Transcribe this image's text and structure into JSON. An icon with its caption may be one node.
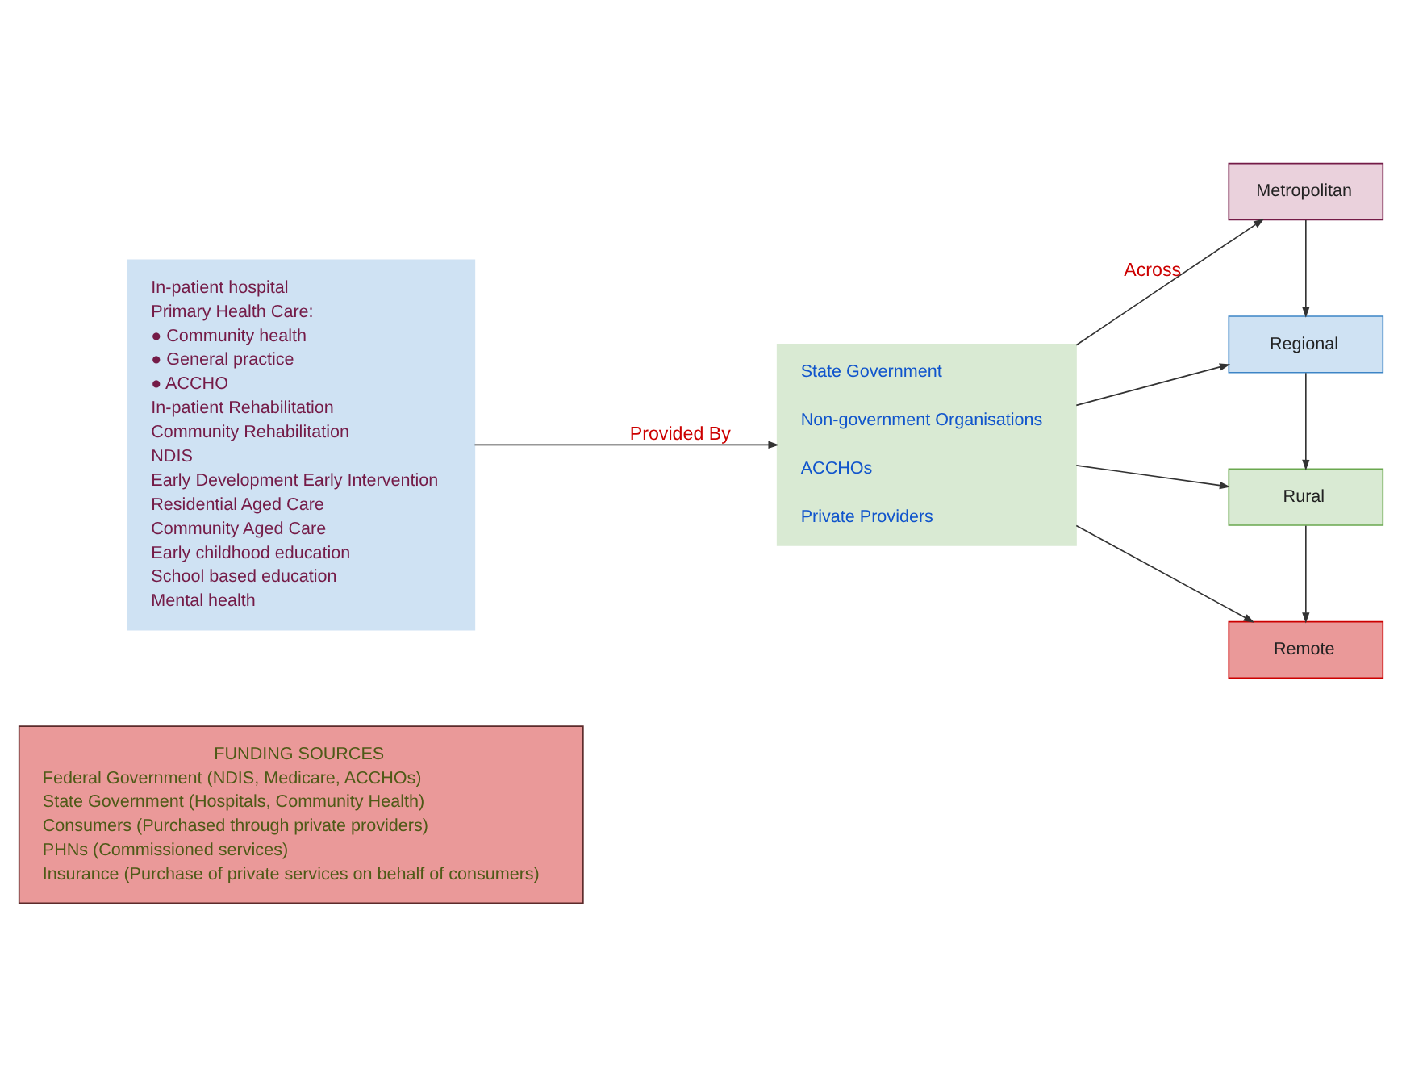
{
  "diagram": {
    "nodes": [
      {
        "text": [
          "In-patient hospital",
          "Primary Health Care:",
          "● Community health",
          "● General practice",
          "● ACCHO",
          "In-patient Rehabilitation",
          "Community Rehabilitation",
          "NDIS",
          "Early Development Early Intervention",
          "Residential Aged Care",
          "Community Aged Care",
          "Early childhood education",
          "School based education",
          "Mental health"
        ]
      },
      {
        "text": [
          "State Government",
          "Non-government Organisations",
          "ACCHOs",
          "Private Providers"
        ]
      },
      {
        "text": [
          "Metropolitan"
        ]
      },
      {
        "text": [
          "Regional"
        ]
      },
      {
        "text": [
          "Rural"
        ]
      },
      {
        "text": [
          "Remote"
        ]
      },
      {
        "text": [
          "FUNDING SOURCES",
          "Federal Government (NDIS, Medicare, ACCHOs)",
          "State Government (Hospitals, Community Health)",
          "Consumers (Purchased through private providers)",
          "PHNs (Commissioned services)",
          "Insurance (Purchase of private services on behalf of consumers)"
        ]
      }
    ],
    "edges": [
      {
        "from": 0,
        "to": 1,
        "arrow": "to",
        "label": "Provided By"
      },
      {
        "from": 1,
        "to": 2,
        "arrow": "to",
        "label": "Across"
      },
      {
        "from": 1,
        "to": 3,
        "arrow": "to"
      },
      {
        "from": 1,
        "to": 4,
        "arrow": "to"
      },
      {
        "from": 1,
        "to": 5,
        "arrow": "to"
      },
      {
        "from": 2,
        "to": 3,
        "arrow": "to"
      },
      {
        "from": 3,
        "to": 4,
        "arrow": "to"
      },
      {
        "from": 4,
        "to": 5,
        "arrow": "to"
      }
    ]
  }
}
